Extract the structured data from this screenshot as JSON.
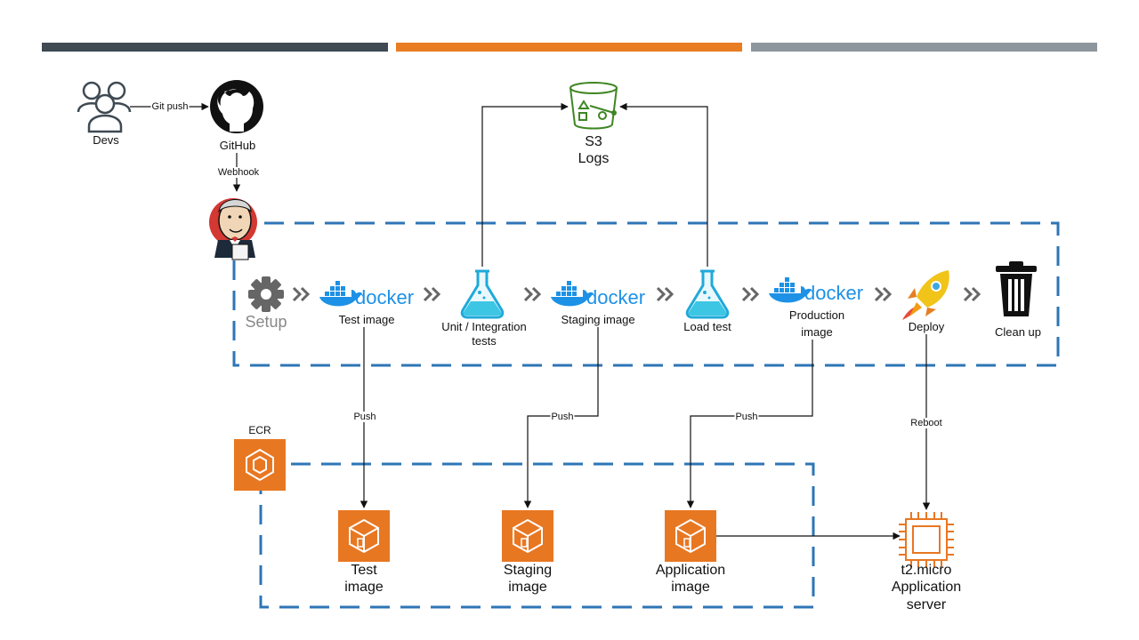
{
  "header_bars": {
    "colors": [
      "#3f4a53",
      "#e87d23",
      "#8e969d"
    ]
  },
  "colors": {
    "accent": "#e87722",
    "dashed_box": "#2e75b6",
    "s3": "#3f8624",
    "flask": "#1fa9d9",
    "docker": "#1d91e6",
    "arrow": "#111111"
  },
  "actors": {
    "devs": "Devs",
    "github": "GitHub",
    "jenkins_icon": "jenkins-butler-icon"
  },
  "edges": {
    "git_push": "Git push",
    "webhook": "Webhook",
    "push_test": "Push",
    "push_staging": "Push",
    "push_production": "Push",
    "reboot": "Reboot"
  },
  "s3": {
    "name": "S3",
    "sub": "Logs"
  },
  "pipeline": {
    "setup": "Setup",
    "test_image": "Test image",
    "unit_tests_line1": "Unit / Integration",
    "unit_tests_line2": "tests",
    "staging_image": "Staging image",
    "load_test": "Load test",
    "production_image_line1": "Production",
    "production_image_line2": "image",
    "deploy": "Deploy",
    "clean_up": "Clean up",
    "docker_wordmark": "docker"
  },
  "ecr": {
    "label": "ECR",
    "repos": [
      {
        "line1": "Test",
        "line2": "image"
      },
      {
        "line1": "Staging",
        "line2": "image"
      },
      {
        "line1": "Application",
        "line2": "image"
      }
    ]
  },
  "server": {
    "line1": "t2.micro",
    "line2": "Application",
    "line3": "server"
  }
}
